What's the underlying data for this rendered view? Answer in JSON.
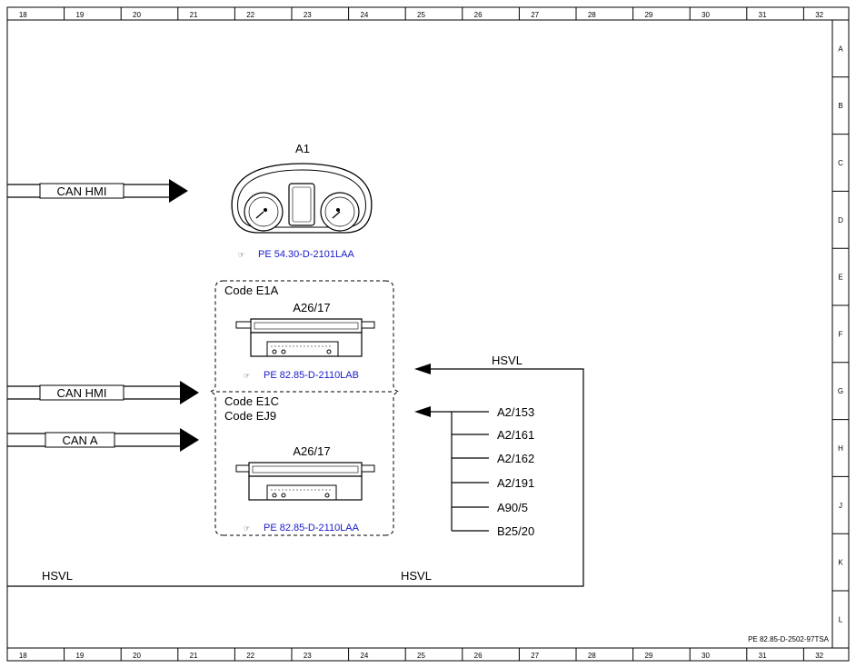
{
  "ruler": {
    "columns": [
      "18",
      "19",
      "20",
      "21",
      "22",
      "23",
      "24",
      "25",
      "26",
      "27",
      "28",
      "29",
      "30",
      "31",
      "32"
    ],
    "rows": [
      "A",
      "B",
      "C",
      "D",
      "E",
      "F",
      "G",
      "H",
      "J",
      "K",
      "L"
    ]
  },
  "cluster": {
    "label": "A1",
    "ref": "PE 54.30-D-2101LAA"
  },
  "variant1": {
    "code": "Code E1A",
    "module": "A26/17",
    "ref": "PE 82.85-D-2110LAB"
  },
  "variant2": {
    "code1": "Code E1C",
    "code2": "Code EJ9",
    "module": "A26/17",
    "ref": "PE 82.85-D-2110LAA"
  },
  "buses": {
    "can_hmi_1": "CAN HMI",
    "can_hmi_2": "CAN HMI",
    "can_a": "CAN A",
    "hsvl_top": "HSVL",
    "hsvl_bottom_left": "HSVL",
    "hsvl_bottom_mid": "HSVL"
  },
  "inputs": [
    "A2/153",
    "A2/161",
    "A2/162",
    "A2/191",
    "A90/5",
    "B25/20"
  ],
  "doc_ref": "PE 82.85-D-2502-97TSA",
  "colors": {
    "link": "#1a1acc",
    "line": "#000000"
  }
}
